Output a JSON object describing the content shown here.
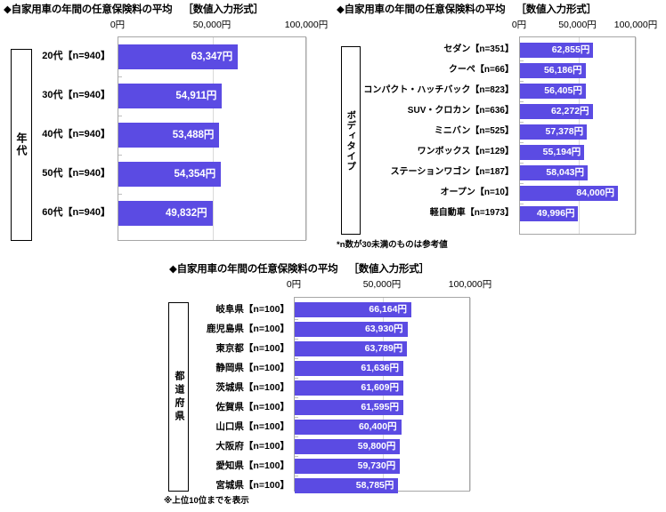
{
  "common": {
    "title": "◆自家用車の年間の任意保険料の平均",
    "format_label": "［数値入力形式］",
    "axis_ticks": [
      "0円",
      "50,000円",
      "100,000円"
    ],
    "axis_tick_values": [
      0,
      50000,
      100000
    ],
    "bar_color": "#5B4BE3",
    "unit_suffix": "円"
  },
  "charts": [
    {
      "id": "age",
      "title": "◆自家用車の年間の任意保険料の平均",
      "format_label": "［数値入力形式］",
      "axis_title": "年代",
      "note": "",
      "chart_data": {
        "type": "bar",
        "orientation": "horizontal",
        "title": "自家用車の年間の任意保険料の平均（年代別）",
        "xlabel": "",
        "ylabel": "年代",
        "xlim": [
          0,
          100000
        ],
        "xticks": [
          0,
          50000,
          100000
        ],
        "xticklabels": [
          "0円",
          "50,000円",
          "100,000円"
        ],
        "grid": true,
        "legend": false,
        "categories": [
          "20代【n=940】",
          "30代【n=940】",
          "40代【n=940】",
          "50代【n=940】",
          "60代【n=940】"
        ],
        "values": [
          63347,
          54911,
          53488,
          54354,
          49832
        ],
        "labels": [
          "63,347円",
          "54,911円",
          "53,488円",
          "54,354円",
          "49,832円"
        ]
      }
    },
    {
      "id": "bodytype",
      "title": "◆自家用車の年間の任意保険料の平均",
      "format_label": "［数値入力形式］",
      "axis_title": "ボディタイプ",
      "note": "*n数が30未満のものは参考値",
      "chart_data": {
        "type": "bar",
        "orientation": "horizontal",
        "title": "自家用車の年間の任意保険料の平均（ボディタイプ別）",
        "xlabel": "",
        "ylabel": "ボディタイプ",
        "xlim": [
          0,
          100000
        ],
        "xticks": [
          0,
          50000,
          100000
        ],
        "xticklabels": [
          "0円",
          "50,000円",
          "100,000円"
        ],
        "grid": true,
        "legend": false,
        "categories": [
          "セダン【n=351】",
          "クーペ【n=66】",
          "コンパクト・ハッチバック【n=823】",
          "SUV・クロカン【n=636】",
          "ミニバン【n=525】",
          "ワンボックス【n=129】",
          "ステーションワゴン【n=187】",
          "オープン【n=10】",
          "軽自動車【n=1973】"
        ],
        "values": [
          62855,
          56186,
          56405,
          62272,
          57378,
          55194,
          58043,
          84000,
          49996
        ],
        "labels": [
          "62,855円",
          "56,186円",
          "56,405円",
          "62,272円",
          "57,378円",
          "55,194円",
          "58,043円",
          "84,000円",
          "49,996円"
        ]
      }
    },
    {
      "id": "prefecture",
      "title": "◆自家用車の年間の任意保険料の平均",
      "format_label": "［数値入力形式］",
      "axis_title": "都道府県",
      "note": "※上位10位までを表示",
      "chart_data": {
        "type": "bar",
        "orientation": "horizontal",
        "title": "自家用車の年間の任意保険料の平均（都道府県別・上位10位）",
        "xlabel": "",
        "ylabel": "都道府県",
        "xlim": [
          0,
          100000
        ],
        "xticks": [
          0,
          50000,
          100000
        ],
        "xticklabels": [
          "0円",
          "50,000円",
          "100,000円"
        ],
        "grid": true,
        "legend": false,
        "categories": [
          "岐阜県【n=100】",
          "鹿児島県【n=100】",
          "東京都【n=100】",
          "静岡県【n=100】",
          "茨城県【n=100】",
          "佐賀県【n=100】",
          "山口県【n=100】",
          "大阪府【n=100】",
          "愛知県【n=100】",
          "宮城県【n=100】"
        ],
        "values": [
          66164,
          63930,
          63789,
          61636,
          61609,
          61595,
          60400,
          59800,
          59730,
          58785
        ],
        "labels": [
          "66,164円",
          "63,930円",
          "63,789円",
          "61,636円",
          "61,609円",
          "61,595円",
          "60,400円",
          "59,800円",
          "59,730円",
          "58,785円"
        ]
      }
    }
  ]
}
